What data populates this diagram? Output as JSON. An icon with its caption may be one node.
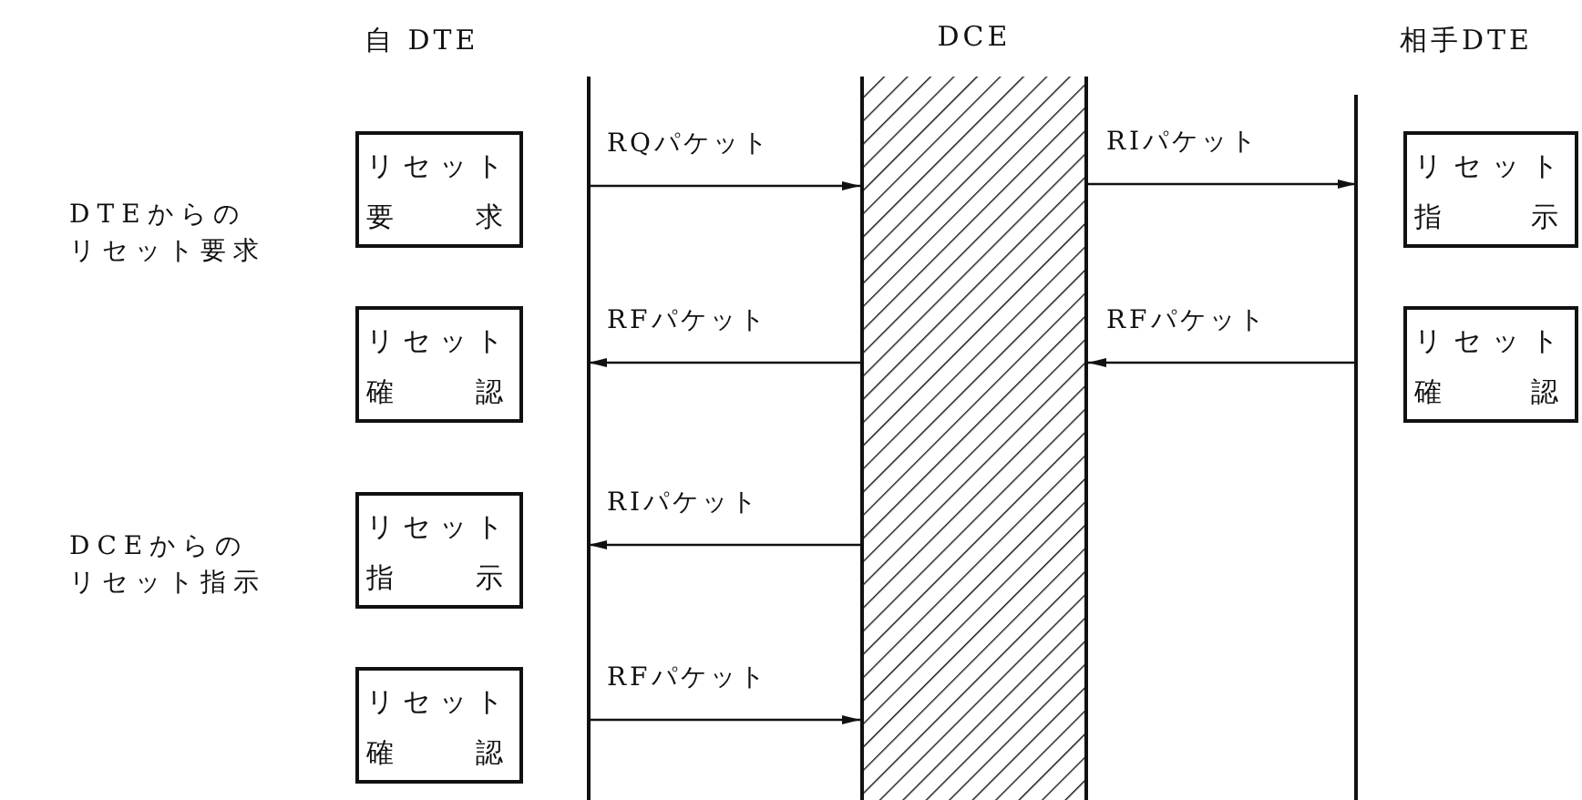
{
  "diagram": {
    "nodes": [
      {
        "text": [],
        "shape": "line"
      },
      {
        "text": [
          "DCE"
        ]
      },
      {
        "text": [],
        "shape": "line"
      },
      {
        "text": [
          "リセット要求"
        ]
      },
      {
        "text": [
          "リセット指示"
        ]
      },
      {
        "text": [
          "リセット確認"
        ]
      },
      {
        "text": [
          "リセット確認"
        ]
      },
      {
        "text": [
          "リセット指示"
        ]
      },
      {
        "text": [
          "リセット確認"
        ]
      }
    ],
    "edges": [
      {
        "from": 0,
        "to": 1,
        "arrow": "to",
        "label": "RQパケット"
      },
      {
        "from": 1,
        "to": 2,
        "arrow": "to",
        "label": "RIパケット"
      },
      {
        "from": 1,
        "to": 0,
        "arrow": "to",
        "label": "RFパケット"
      },
      {
        "from": 2,
        "to": 1,
        "arrow": "to",
        "label": "RFパケット"
      },
      {
        "from": 1,
        "to": 0,
        "arrow": "to",
        "label": "RIパケット"
      },
      {
        "from": 0,
        "to": 1,
        "arrow": "to",
        "label": "RFパケット"
      }
    ],
    "labels": [
      "自 DTE",
      "相手DTE",
      "DTEからのリセット要求",
      "DCEからのリセット指示"
    ]
  }
}
